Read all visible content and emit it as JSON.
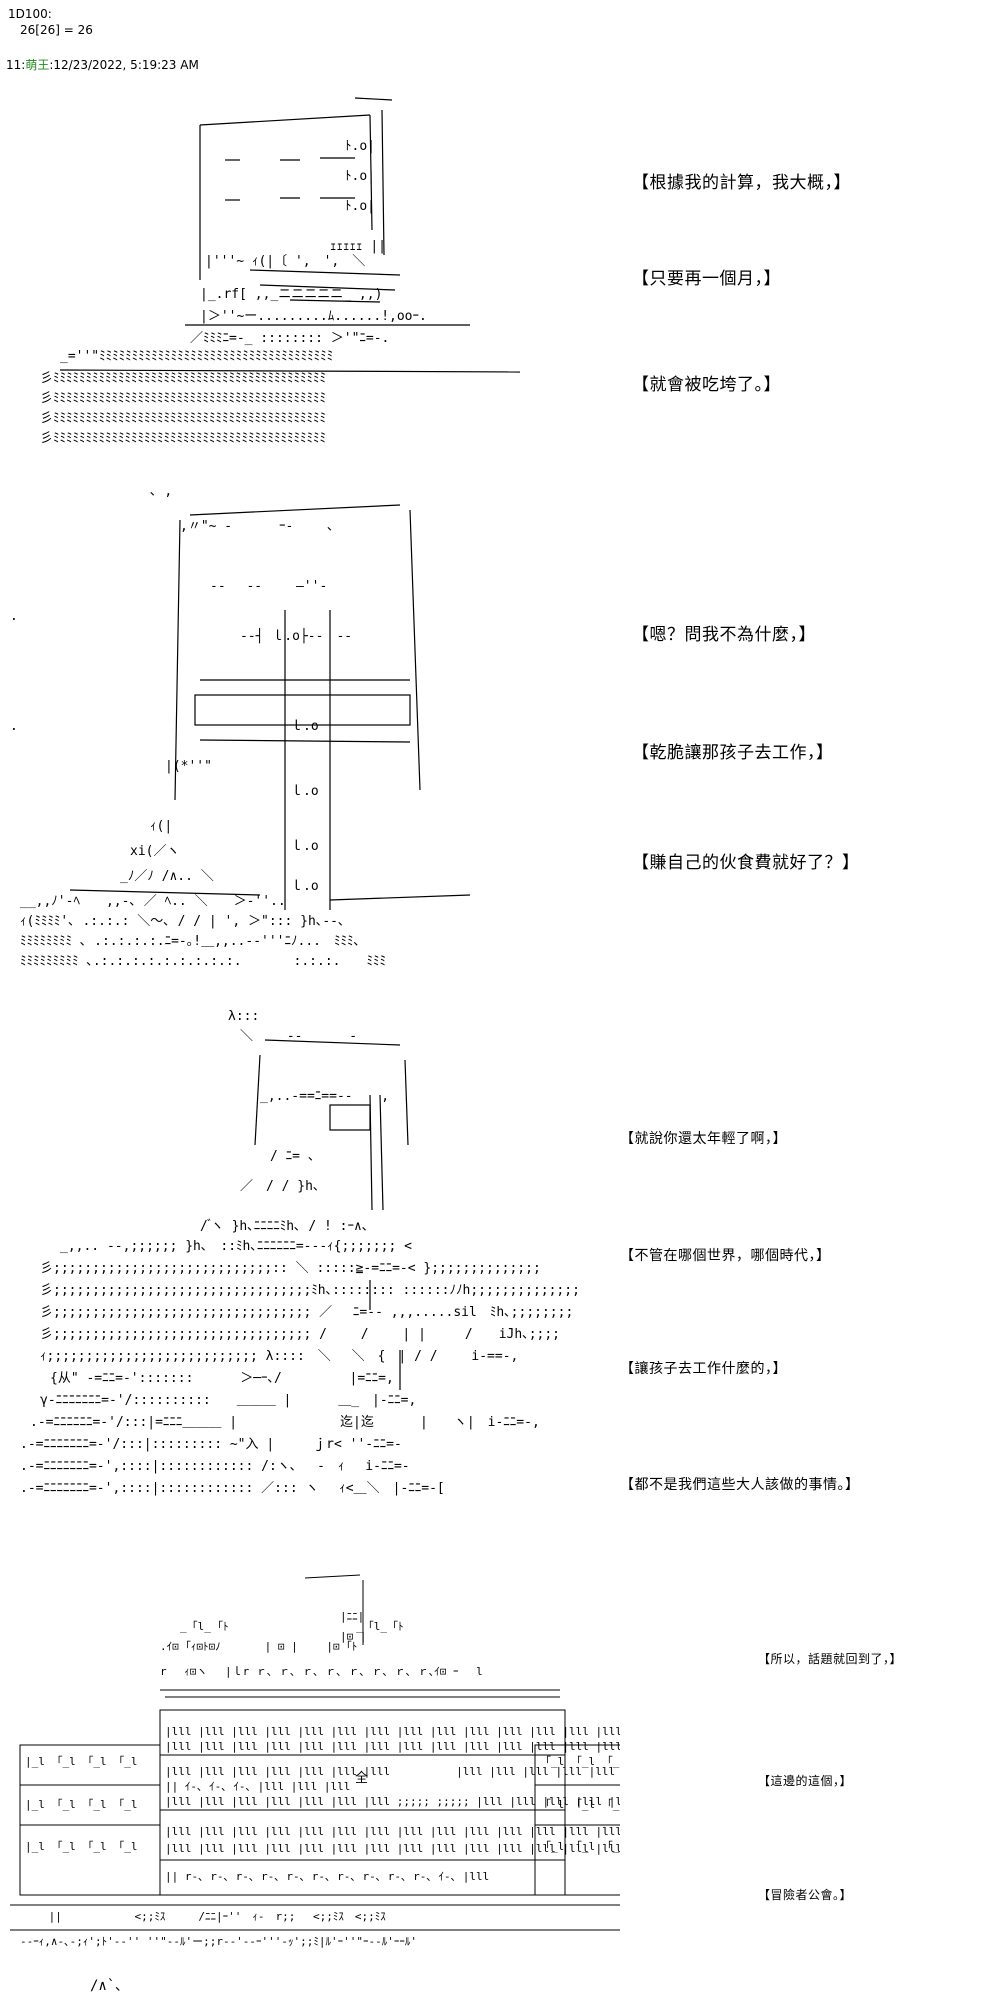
{
  "header": {
    "roll_line1": "1D100:",
    "roll_line2": "26[26] = 26"
  },
  "post": {
    "number": "11",
    "name": "萌王",
    "datetime": "12/23/2022, 5:19:23 AM"
  },
  "panels": [
    {
      "lines": [
        "【根據我的計算，我大概，】",
        "【只要再一個月，】",
        "【就會被吃垮了。】"
      ]
    },
    {
      "lines": [
        "【嗯？問我不為什麼，】",
        "【乾脆讓那孩子去工作，】",
        "【賺自己的伙食費就好了？】"
      ]
    },
    {
      "lines": [
        "【就說你還太年輕了啊，】",
        "【不管在哪個世界，哪個時代，】",
        "【讓孩子去工作什麼的，】",
        "【都不是我們這些大人該做的事情。】"
      ]
    },
    {
      "lines": [
        "【所以，話題就回到了，】",
        "【這邊的這個，】",
        "【冒險者公會。】"
      ],
      "sign": "全"
    }
  ],
  "art_text": {
    "helmet_tag": "λ:::",
    "belt_text": "迄|迄"
  },
  "colors": {
    "name": "#228b22",
    "ink": "#000000"
  }
}
